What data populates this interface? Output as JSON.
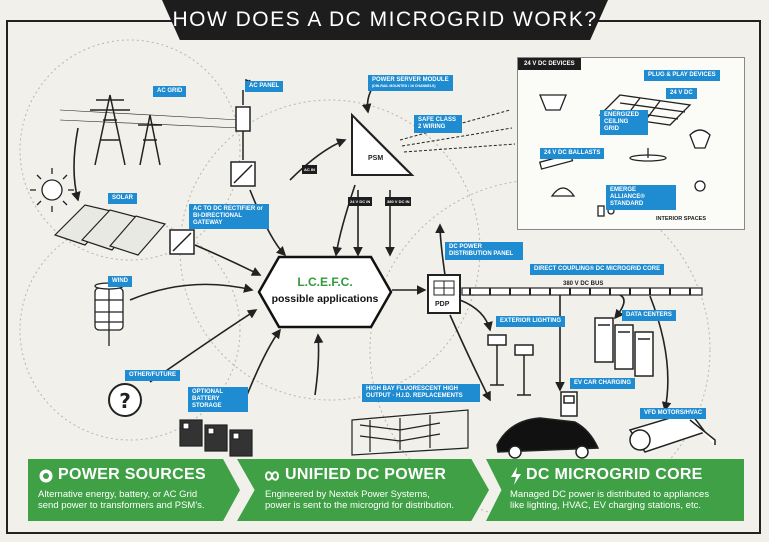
{
  "title": "HOW DOES A DC MICROGRID WORK?",
  "center": {
    "line1": "L.C.E.F.C.",
    "line2": "possible applications"
  },
  "labels": {
    "ac_grid": "AC GRID",
    "ac_panel": "AC PANEL",
    "psm_title": "POWER SERVER MODULE",
    "psm_sub": "(DIN-RAIL MOUNTED / 16 CHANNELS)",
    "safe_class": "SAFE CLASS 2 WIRING",
    "solar": "SOLAR",
    "rectifier": "AC TO DC RECTIFIER or BI-DIRECTIONAL GATEWAY",
    "wind": "WIND",
    "other": "OTHER/FUTURE",
    "battery": "OPTIONAL BATTERY STORAGE",
    "dc_panel": "DC POWER DISTRIBUTION PANEL",
    "direct_coupling": "DIRECT COUPLING® DC MICROGRID CORE",
    "exterior": "EXTERIOR LIGHTING",
    "data_centers": "DATA CENTERS",
    "ev": "EV CAR CHARGING",
    "high_bay": "HIGH BAY FLUORESCENT HIGH OUTPUT · H.I.D. REPLACEMENTS",
    "vfd": "VFD MOTORS/HVAC",
    "plug_play": "PLUG & PLAY DEVICES",
    "v24dc": "24 V DC",
    "ceiling": "ENERGIZED CEILING GRID",
    "ballasts": "24 V DC BALLASTS",
    "emerge": "EMERGE ALLIANCE® STANDARD",
    "interior": "INTERIOR SPACES",
    "devices_title": "24 V DC DEVICES",
    "bus": "380 V DC BUS",
    "psm": "PSM",
    "pdp": "PDP",
    "ac_in": "AC IN",
    "dc_in": "24 V DC IN",
    "dc_out": "380 V DC IN"
  },
  "banners": [
    {
      "title": "POWER SOURCES",
      "desc1": "Alternative energy, battery, or AC Grid",
      "desc2": "send power to transformers and PSM's."
    },
    {
      "title": "UNIFIED DC POWER",
      "desc1": "Engineered by Nextek Power Systems,",
      "desc2": "power is sent to the microgrid for distribution."
    },
    {
      "title": "DC MICROGRID CORE",
      "desc1": "Managed DC power is distributed to appliances",
      "desc2": "like lighting, HVAC, EV charging stations, etc."
    }
  ],
  "colors": {
    "accent_blue": "#1f8bd0",
    "accent_green": "#3fa046",
    "dark": "#1d1d1d",
    "center_green": "#2e9c3a"
  }
}
